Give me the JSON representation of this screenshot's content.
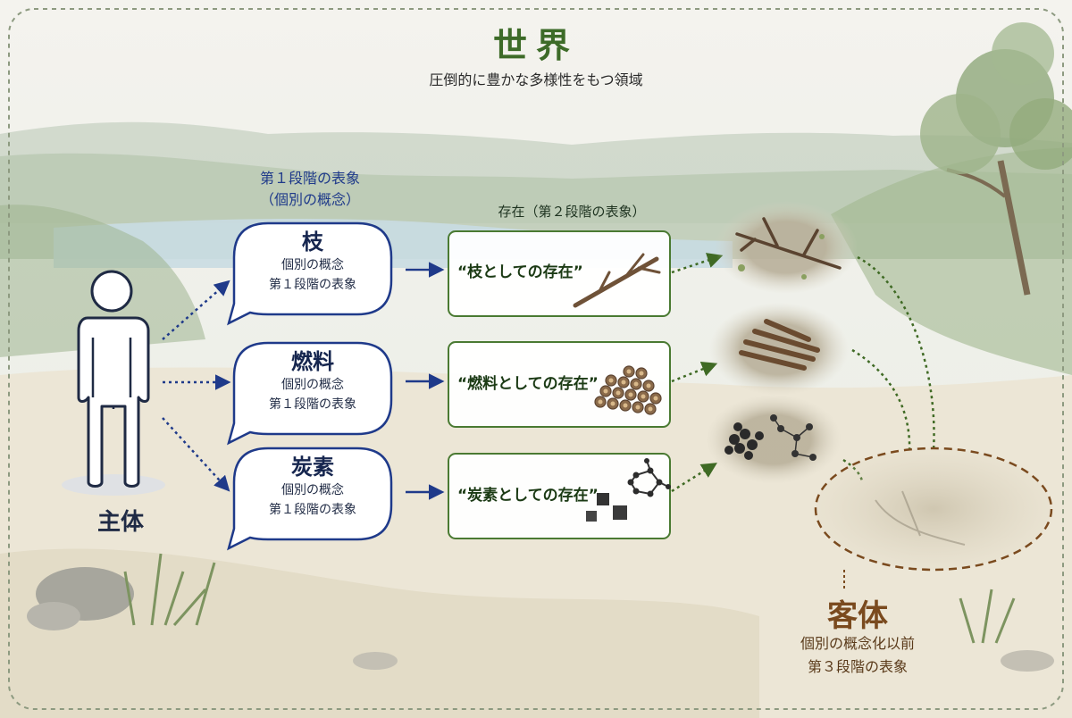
{
  "header": {
    "title": "世界",
    "subtitle": "圧倒的に豊かな多様性をもつ領域"
  },
  "stage1_label": [
    "第１段階の表象",
    "（個別の概念）"
  ],
  "stage2_label": "存在（第２段階の表象）",
  "subject_label": "主体",
  "concepts": [
    {
      "word": "枝",
      "line1": "個別の概念",
      "line2": "第１段階の表象",
      "existence": "“枝としての存在”"
    },
    {
      "word": "燃料",
      "line1": "個別の概念",
      "line2": "第１段階の表象",
      "existence": "“燃料としての存在”"
    },
    {
      "word": "炭素",
      "line1": "個別の概念",
      "line2": "第１段階の表象",
      "existence": "“炭素としての存在”"
    }
  ],
  "object": {
    "label": "客体",
    "line1": "個別の概念化以前",
    "line2": "第３段階の表象"
  },
  "colors": {
    "title_green": "#3d6b28",
    "subject_navy": "#1f2a44",
    "existence_green": "#4a7a32",
    "object_brown": "#7a4a1e",
    "arrow_navy": "#1f3a8a"
  }
}
